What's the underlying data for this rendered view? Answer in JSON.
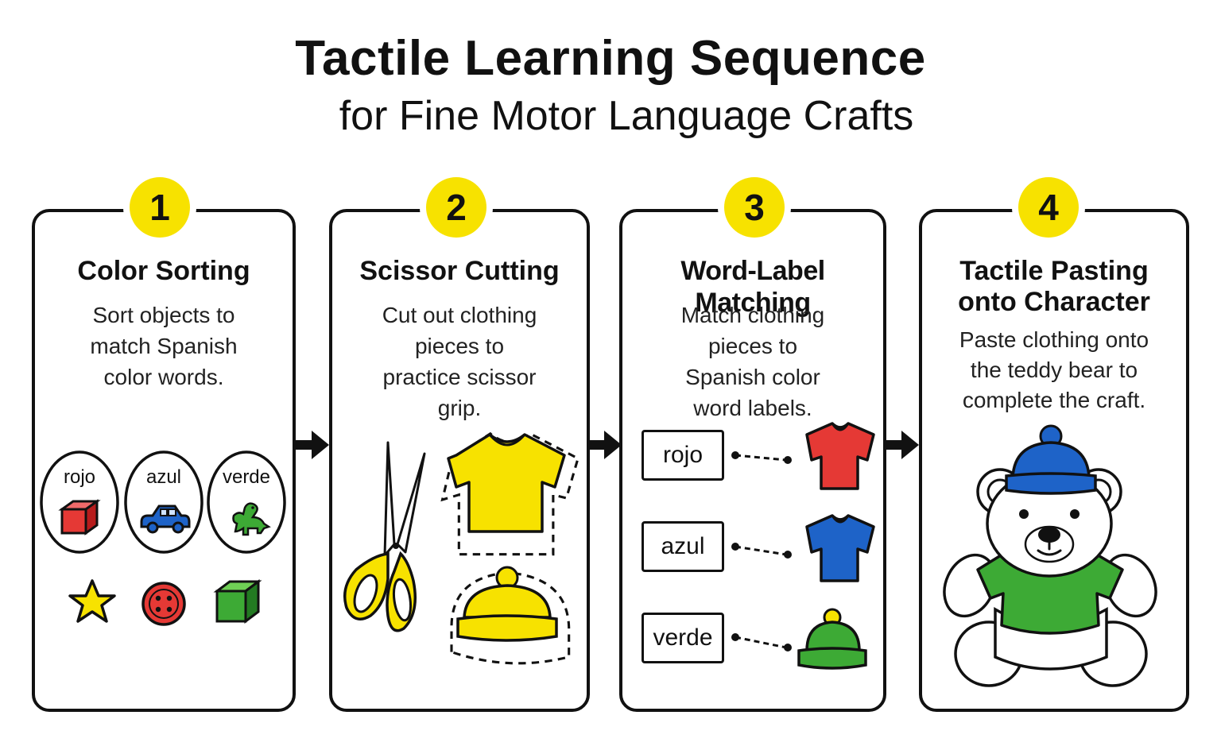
{
  "header": {
    "title": "Tactile Learning Sequence",
    "subtitle": "for Fine Motor Language Crafts"
  },
  "steps": [
    {
      "number": "1",
      "title": "Color Sorting",
      "description": "Sort objects to match Spanish color words.",
      "bins": [
        {
          "label": "rojo",
          "item": "cube-icon",
          "color": "#e53935"
        },
        {
          "label": "azul",
          "item": "car-icon",
          "color": "#1e63c8"
        },
        {
          "label": "verde",
          "item": "dinosaur-icon",
          "color": "#3daa35"
        }
      ],
      "loose_items": [
        {
          "item": "star-icon",
          "color": "#f7e200"
        },
        {
          "item": "button-icon",
          "color": "#e53935"
        },
        {
          "item": "cube-icon",
          "color": "#3daa35"
        }
      ]
    },
    {
      "number": "2",
      "title": "Scissor Cutting",
      "description": "Cut out clothing pieces to practice scissor grip.",
      "items": [
        "scissors-icon",
        "shirt-cutout-icon",
        "hat-cutout-icon"
      ],
      "color": "#f7e200"
    },
    {
      "number": "3",
      "title": "Word-Label Matching",
      "description": "Match clothing pieces to Spanish color word labels.",
      "pairs": [
        {
          "label": "rojo",
          "item": "shirt-icon",
          "color": "#e53935"
        },
        {
          "label": "azul",
          "item": "shirt-icon",
          "color": "#1e63c8"
        },
        {
          "label": "verde",
          "item": "hat-icon",
          "color": "#3daa35"
        }
      ]
    },
    {
      "number": "4",
      "title": "Tactile Pasting onto Character",
      "title_lines": [
        "Tactile Pasting",
        "onto Character"
      ],
      "description": "Paste clothing onto the teddy bear to complete the craft.",
      "items": [
        "teddy-bear-icon"
      ],
      "hat_color": "#1e63c8",
      "shirt_color": "#3daa35"
    }
  ],
  "colors": {
    "badge": "#f7e200",
    "outline": "#111111",
    "red": "#e53935",
    "blue": "#1e63c8",
    "green": "#3daa35",
    "yellow": "#f7e200"
  }
}
